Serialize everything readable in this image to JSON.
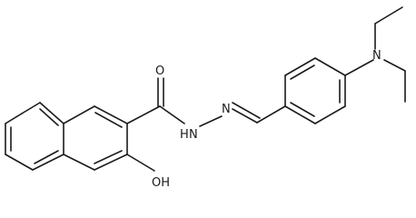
{
  "atoms": {
    "o_carbonyl": "O",
    "nh": "N",
    "h_of_nh": "H",
    "n_imine": "N",
    "n_amine": "N",
    "oh": "OH"
  },
  "colors": {
    "bond": "#1a1a1a",
    "background": "#ffffff"
  }
}
